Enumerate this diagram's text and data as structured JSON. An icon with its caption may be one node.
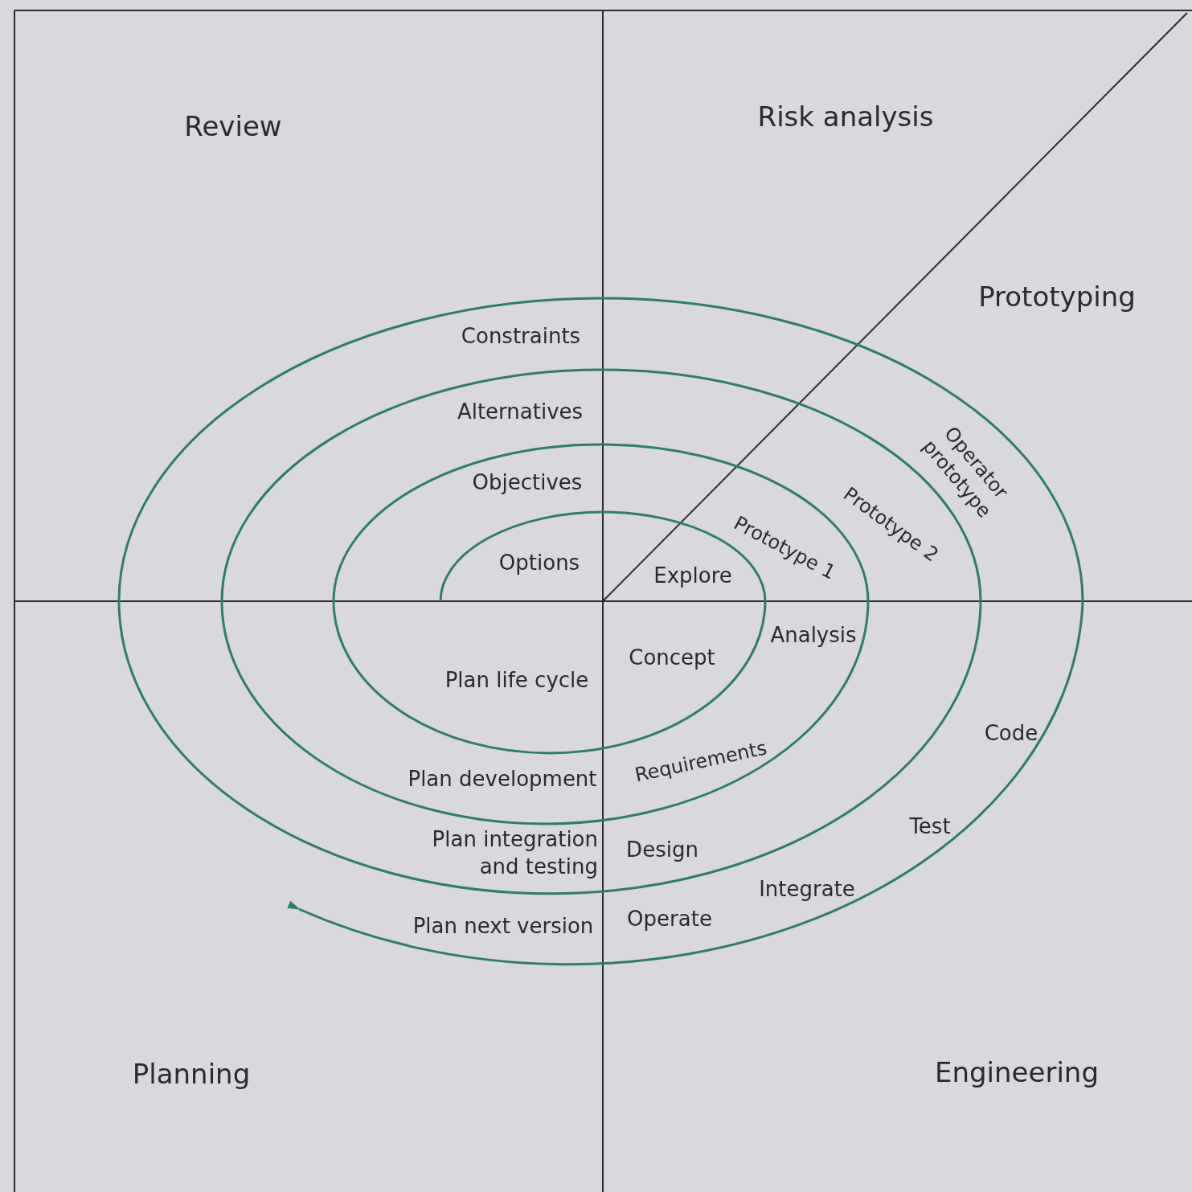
{
  "diagram": {
    "labels": [
      "Review",
      "Risk analysis",
      "Prototyping",
      "Constraints",
      "Alternatives",
      "Operator prototype",
      "Objectives",
      "Prototype 2",
      "Prototype 1",
      "Options",
      "Explore",
      "Analysis",
      "Concept",
      "Plan life cycle",
      "Code",
      "Requirements",
      "Plan development",
      "Test",
      "Plan integration and testing",
      "Design",
      "Integrate",
      "Plan next version",
      "Operate",
      "Planning",
      "Engineering"
    ]
  }
}
